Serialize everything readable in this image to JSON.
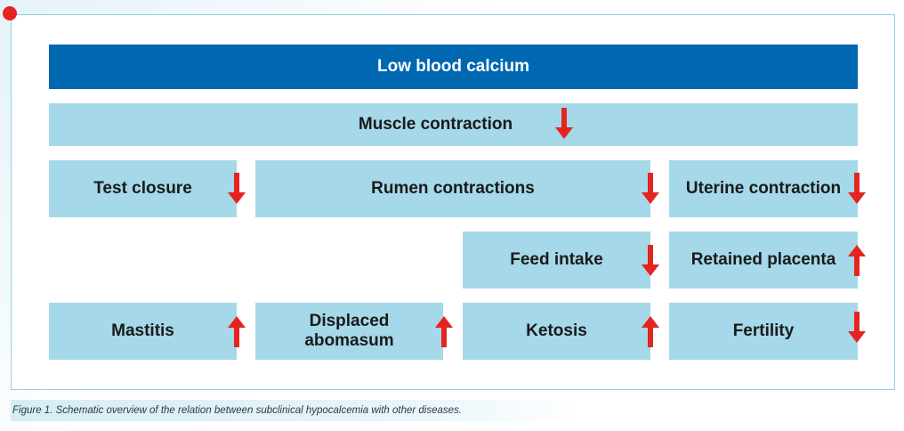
{
  "diagram": {
    "title": "Low blood calcium",
    "nodes": {
      "muscle": {
        "label": "Muscle contraction",
        "direction": "down"
      },
      "test": {
        "label": "Test closure",
        "direction": "down"
      },
      "rumen": {
        "label": "Rumen contractions",
        "direction": "down"
      },
      "uterine": {
        "label": "Uterine contraction",
        "direction": "down"
      },
      "feed": {
        "label": "Feed intake",
        "direction": "down"
      },
      "placenta": {
        "label": "Retained placenta",
        "direction": "up"
      },
      "mastitis": {
        "label": "Mastitis",
        "direction": "up"
      },
      "displaced_line1": "Displaced",
      "displaced_line2": "abomasum",
      "displaced_direction": "up",
      "ketosis": {
        "label": "Ketosis",
        "direction": "up"
      },
      "fertility": {
        "label": "Fertility",
        "direction": "down"
      }
    }
  },
  "colors": {
    "header": "#0067b1",
    "box": "#a5d8e8",
    "arrow": "#e52420",
    "accent_dot": "#e52420"
  },
  "caption": "Figure 1. Schematic overview of the relation between subclinical hypocalcemia with other diseases."
}
